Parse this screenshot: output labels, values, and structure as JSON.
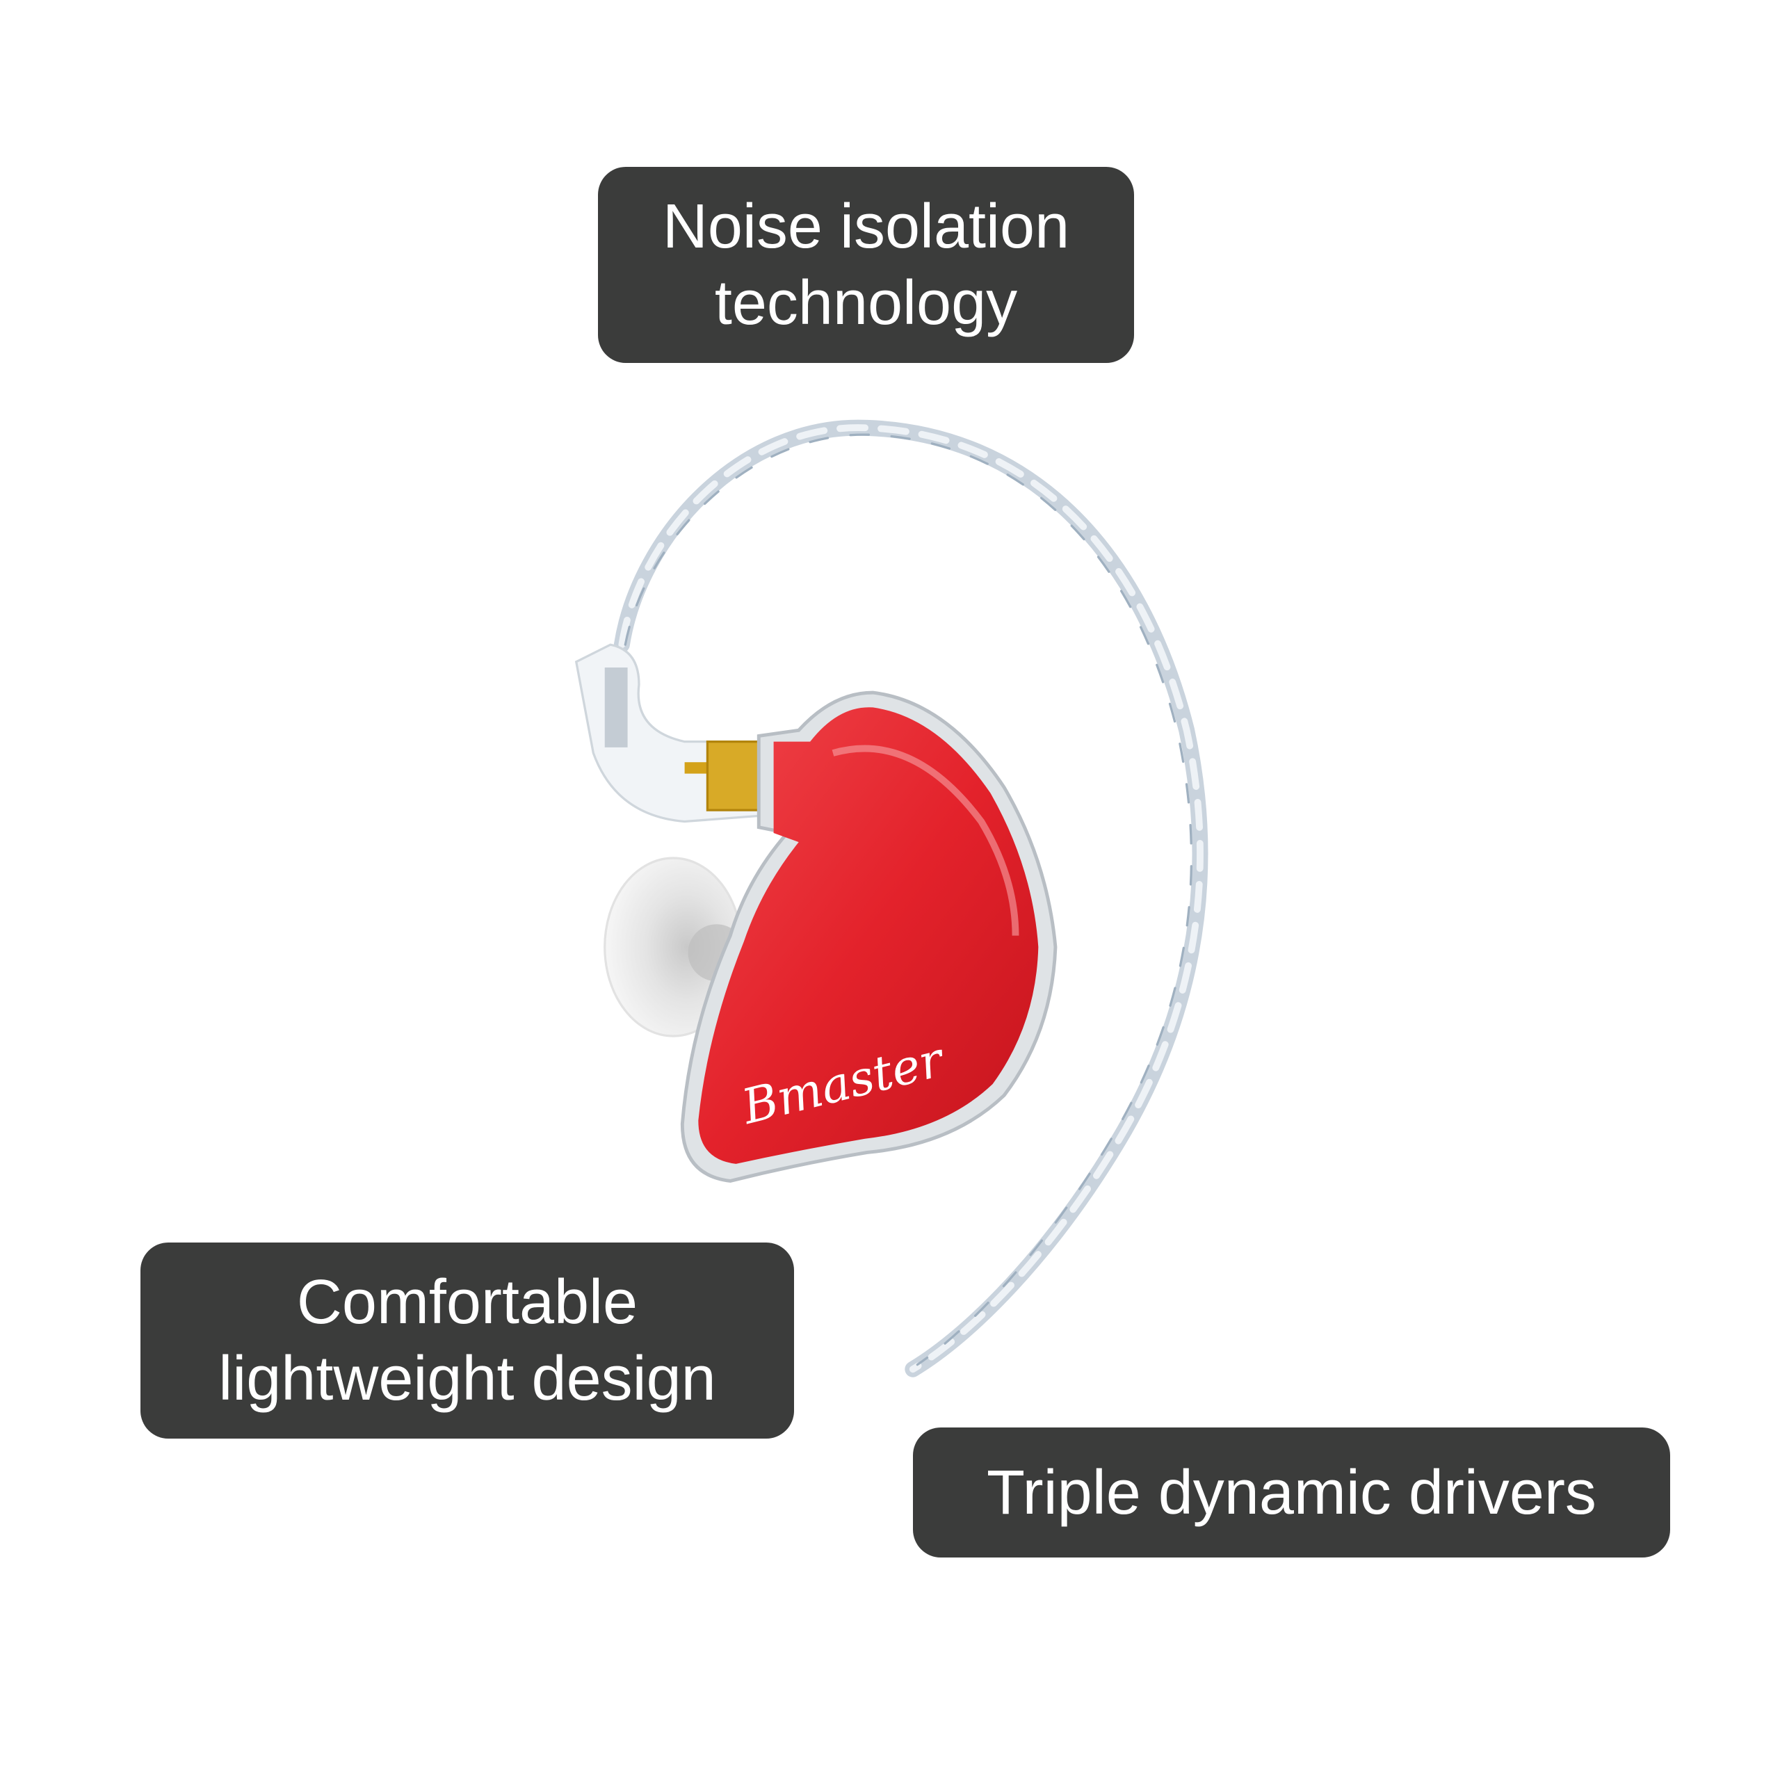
{
  "callouts": {
    "noise_isolation": [
      "Noise isolation",
      "technology"
    ],
    "comfort": [
      "Comfortable",
      "lightweight design"
    ],
    "drivers": [
      "Triple dynamic drivers"
    ]
  },
  "product": {
    "brand_logo": "Bmaster",
    "shell_color": "#e3222b"
  }
}
